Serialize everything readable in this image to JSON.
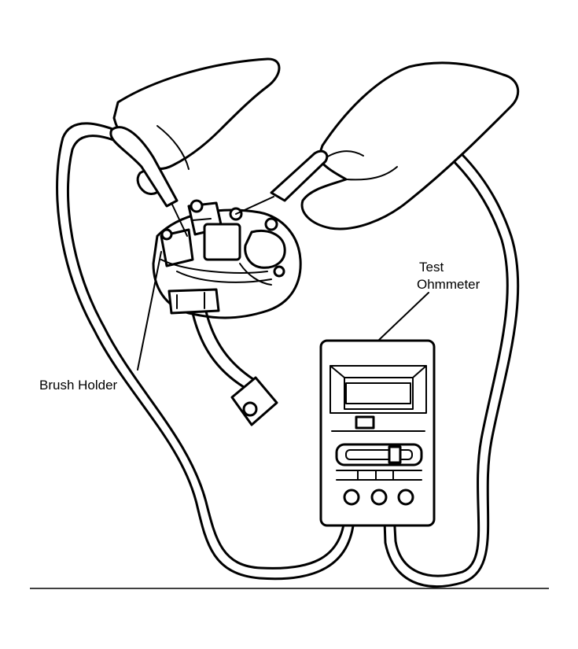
{
  "labels": {
    "brush_holder": "Brush Holder",
    "test_line1": "Test",
    "test_line2": "Ohmmeter"
  }
}
